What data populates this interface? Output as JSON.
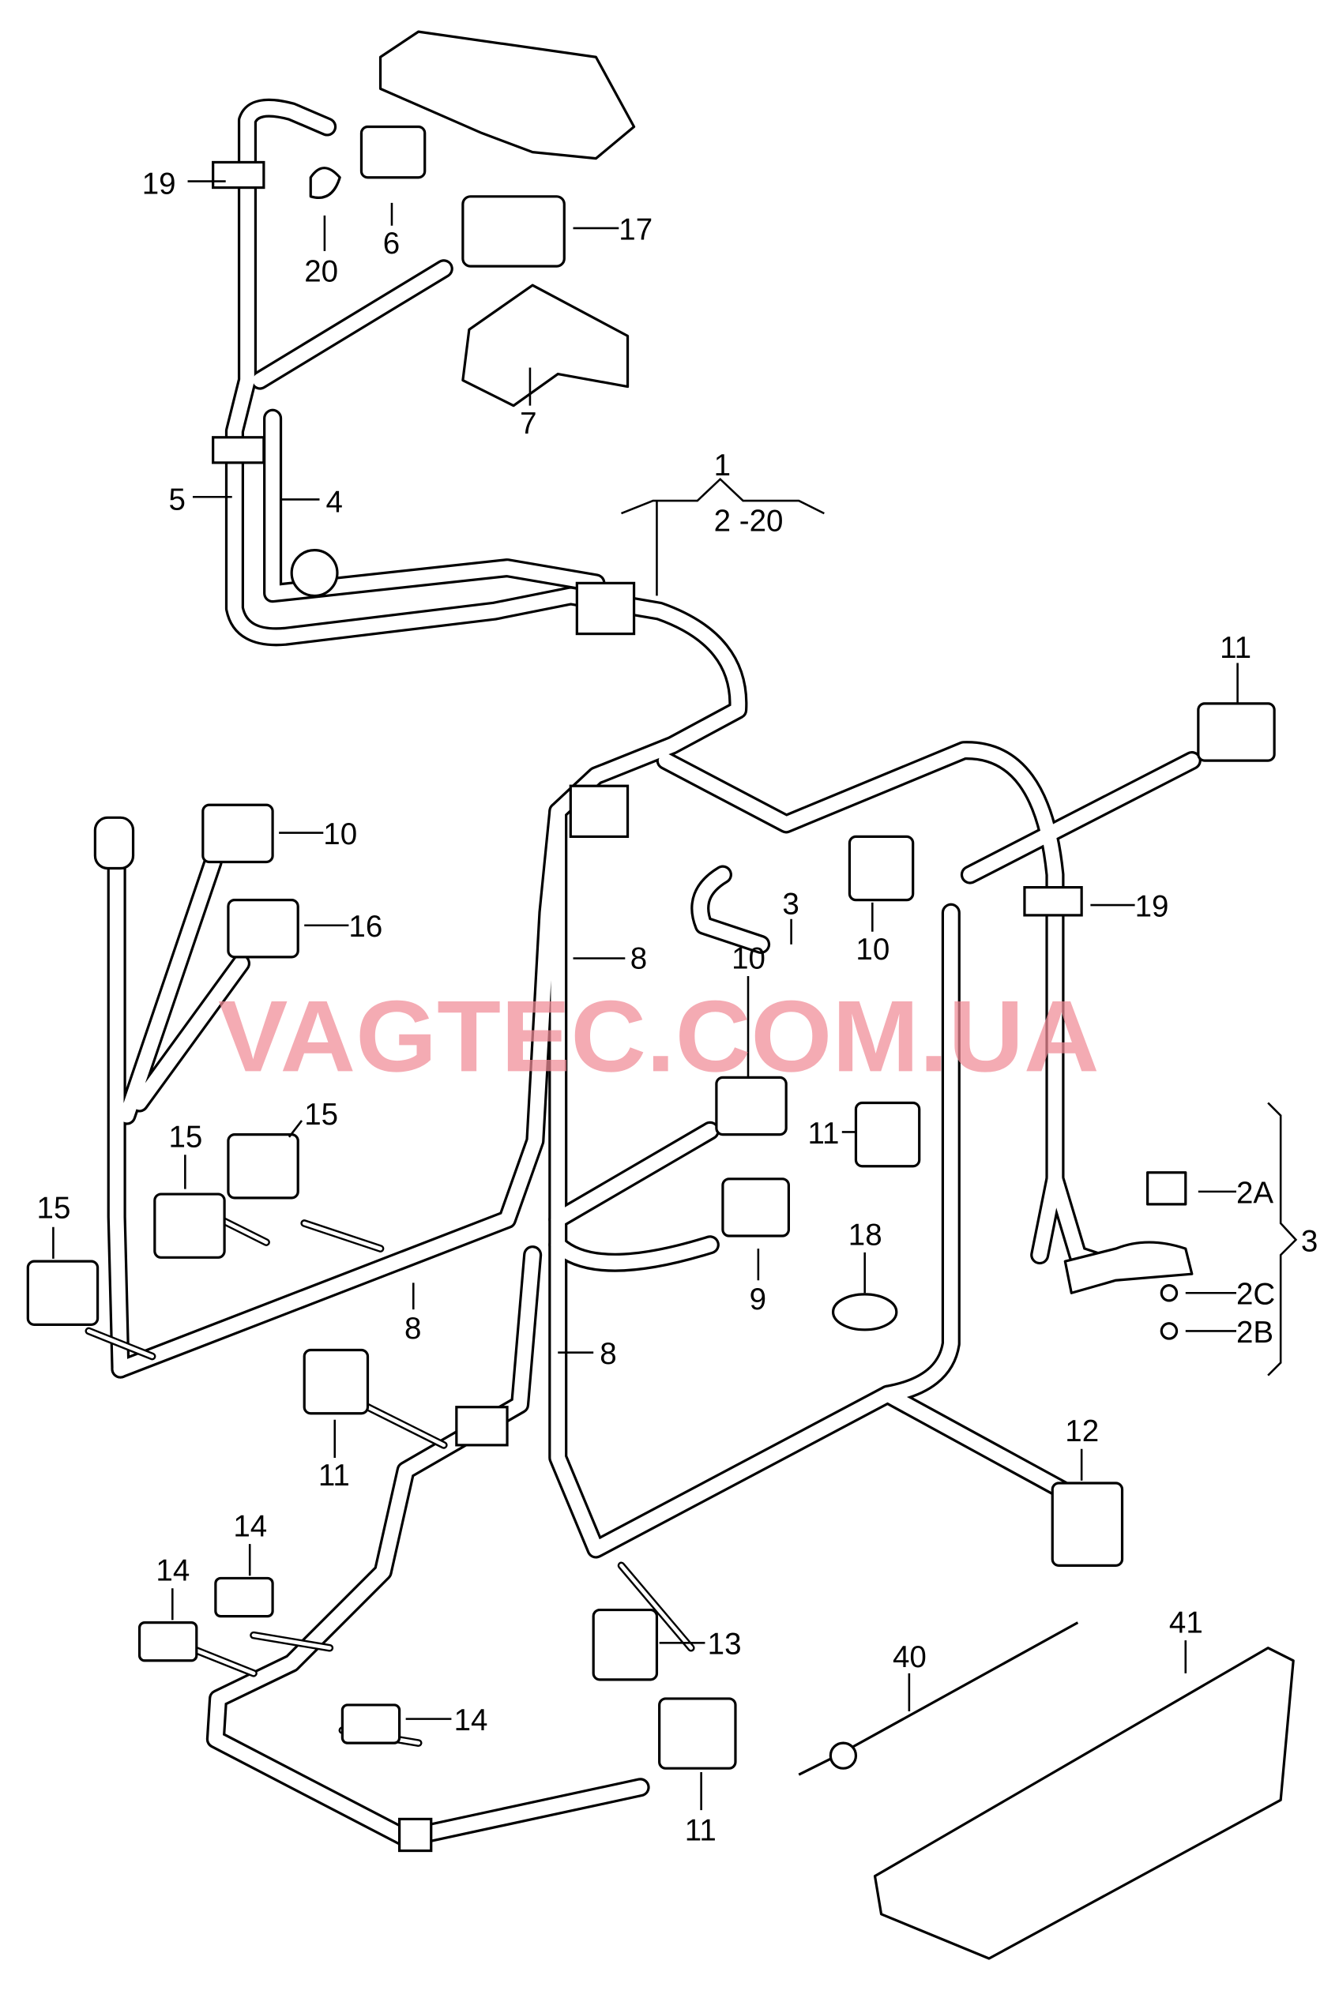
{
  "diagram": {
    "title": "Wiring harness parts diagram",
    "watermark": "VAGTEC.COM.UA",
    "callouts": {
      "c19a": "19",
      "c20": "20",
      "c6": "6",
      "c17": "17",
      "c7": "7",
      "c5": "5",
      "c4": "4",
      "c1": "1",
      "c2_20": "2 -20",
      "c11a": "11",
      "c10a": "10",
      "c16": "16",
      "c3a": "3",
      "c19b": "19",
      "c10b": "10",
      "c8a": "8",
      "c10c": "10",
      "c11b": "11",
      "c15a": "15",
      "c15b": "15",
      "c15c": "15",
      "c2A": "2A",
      "c18": "18",
      "c3b": "3",
      "c9": "9",
      "c2C": "2C",
      "c8b": "8",
      "c2B": "2B",
      "c8c": "8",
      "c12": "12",
      "c11c": "11",
      "c14a": "14",
      "c14b": "14",
      "c13": "13",
      "c40": "40",
      "c41": "41",
      "c14c": "14",
      "c11d": "11"
    }
  }
}
